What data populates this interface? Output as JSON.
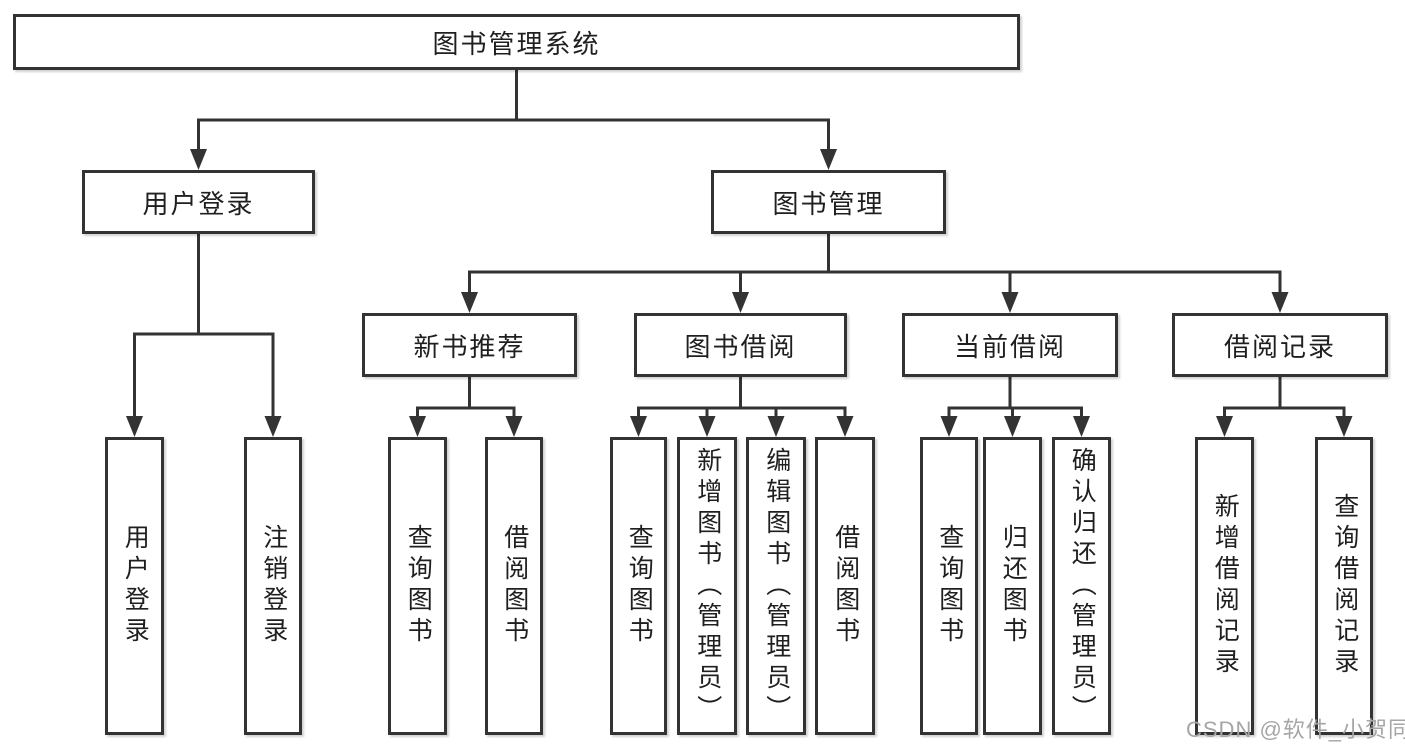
{
  "tree": {
    "label": "图书管理系统",
    "children": [
      {
        "label": "用户登录",
        "children": [
          {
            "label": "用户登录"
          },
          {
            "label": "注销登录"
          }
        ]
      },
      {
        "label": "图书管理",
        "children": [
          {
            "label": "新书推荐",
            "children": [
              {
                "label": "查询图书"
              },
              {
                "label": "借阅图书"
              }
            ]
          },
          {
            "label": "图书借阅",
            "children": [
              {
                "label": "查询图书"
              },
              {
                "label": "新增图书（管理员）"
              },
              {
                "label": "编辑图书（管理员）"
              },
              {
                "label": "借阅图书"
              }
            ]
          },
          {
            "label": "当前借阅",
            "children": [
              {
                "label": "查询图书"
              },
              {
                "label": "归还图书"
              },
              {
                "label": "确认归还（管理员）"
              }
            ]
          },
          {
            "label": "借阅记录",
            "children": [
              {
                "label": "新增借阅记录"
              },
              {
                "label": "查询借阅记录"
              }
            ]
          }
        ]
      }
    ]
  },
  "watermark": "CSDN @软件_小贺同学",
  "colors": {
    "line": "#333333",
    "text": "#1f1f1f",
    "box_background": "#ffffff",
    "watermark": "#a6a6a6"
  }
}
